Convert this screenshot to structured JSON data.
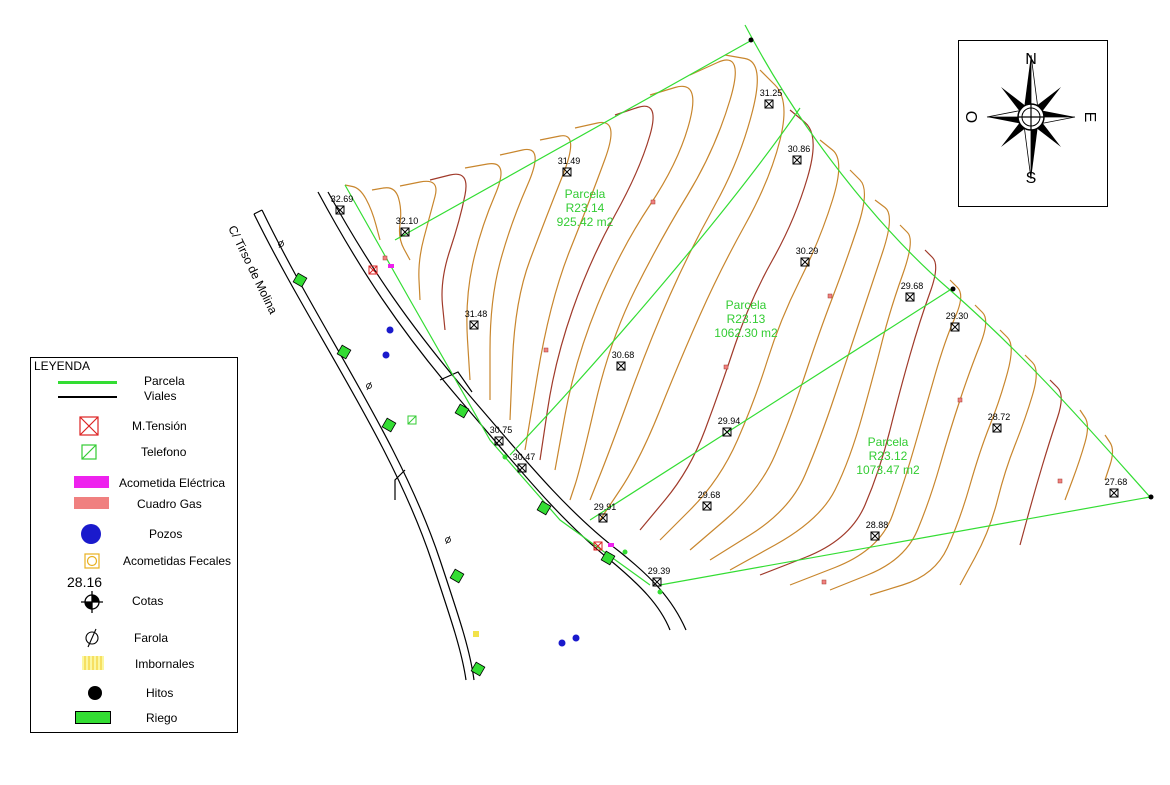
{
  "street": {
    "name": "C/ Tirso de Molina"
  },
  "parcels": [
    {
      "label": "Parcela",
      "code": "R23.14",
      "area": "925.42 m2"
    },
    {
      "label": "Parcela",
      "code": "R23.13",
      "area": "1062.30 m2"
    },
    {
      "label": "Parcela",
      "code": "R23.12",
      "area": "1073.47 m2"
    }
  ],
  "elevations": [
    "31.25",
    "30.86",
    "31.49",
    "32.69",
    "32.10",
    "30.29",
    "29.68",
    "29.30",
    "31.48",
    "30.68",
    "28.72",
    "30.75",
    "30.47",
    "29.94",
    "27.68",
    "29.68",
    "29.91",
    "28.88",
    "29.39"
  ],
  "legend": {
    "title": "LEYENDA",
    "items": [
      {
        "label": "Parcela"
      },
      {
        "label": "Viales"
      },
      {
        "label": "M.Tensión"
      },
      {
        "label": "Telefono"
      },
      {
        "label": "Acometida Eléctrica"
      },
      {
        "label": "Cuadro Gas"
      },
      {
        "label": "Pozos"
      },
      {
        "label": "Acometidas Fecales"
      },
      {
        "label": "Cotas",
        "sample_value": "28.16"
      },
      {
        "label": "Farola"
      },
      {
        "label": "Imbornales"
      },
      {
        "label": "Hitos"
      },
      {
        "label": "Riego"
      }
    ]
  },
  "compass": {
    "north": "N",
    "south": "S",
    "east": "E",
    "west": "O"
  },
  "colors": {
    "parcel_line": "#33dd33",
    "road_line": "#000000",
    "contour": "#c8862d",
    "contour_index": "#a03a2a",
    "elevation_text": "#000000",
    "parcel_text": "#33cc33",
    "pozos": "#1a1acc",
    "acometida_electrica": "#ee22ee",
    "cuadro_gas": "#f08080",
    "m_tension": "#dd2222",
    "telefono": "#33cc33",
    "imbornales": "#f2e24a",
    "riego": "#33dd33"
  }
}
